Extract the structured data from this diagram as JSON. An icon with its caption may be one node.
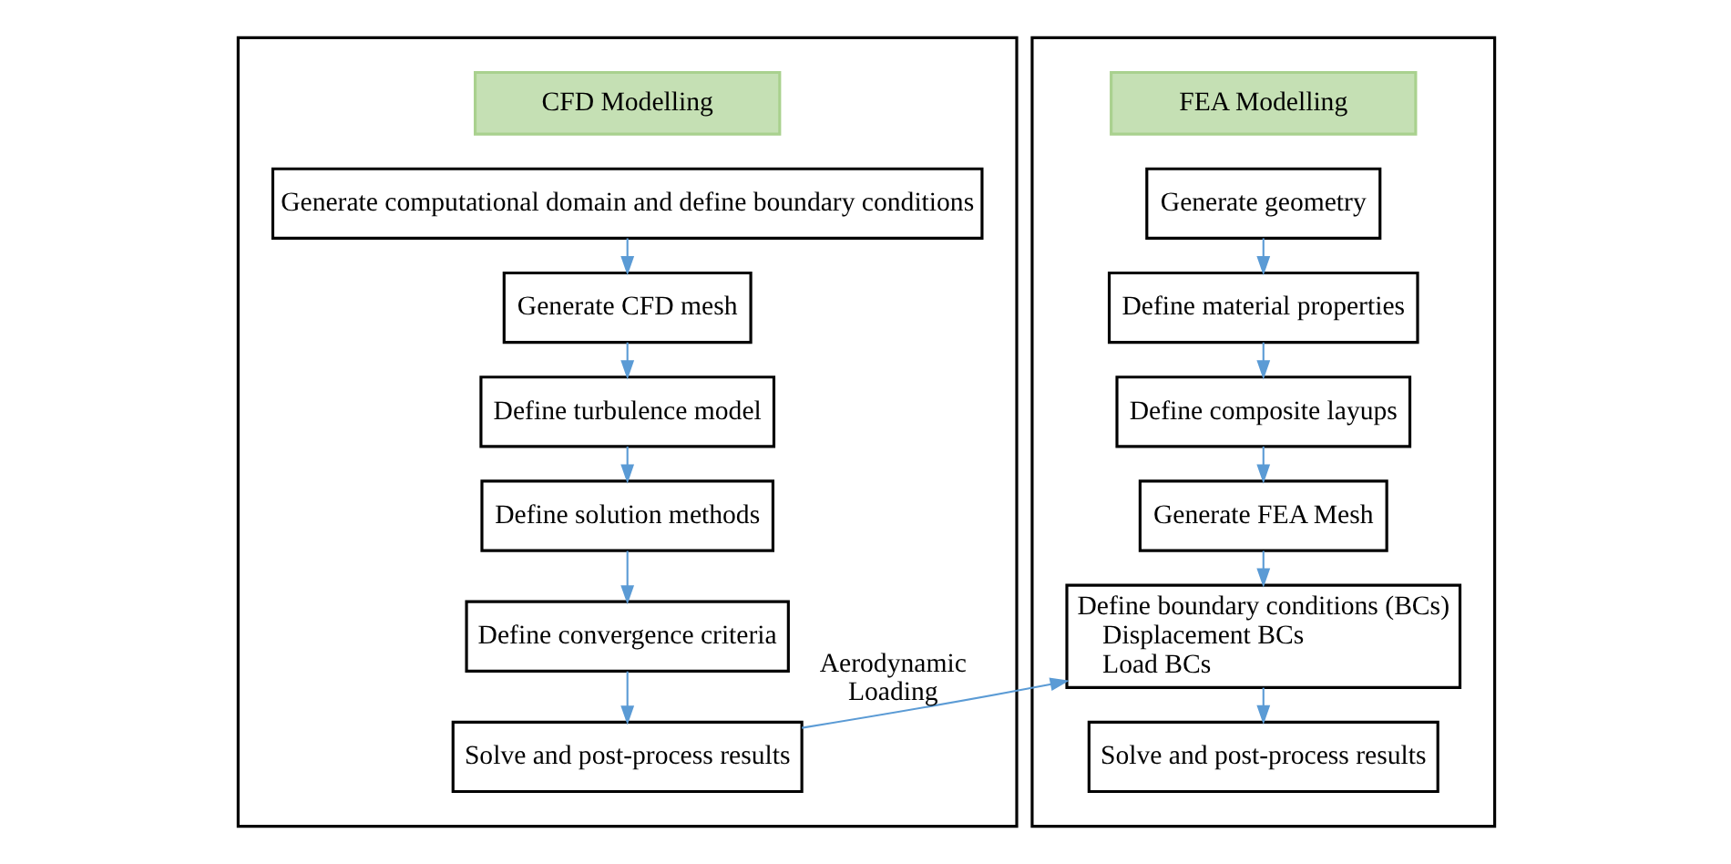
{
  "diagram": {
    "nodes": [
      {
        "text": [],
        "shape": "box"
      },
      {
        "text": [
          "CFD Modelling"
        ],
        "in": 0
      },
      {
        "text": [
          "Generate computational domain and define boundary conditions"
        ],
        "in": 0
      },
      {
        "text": [
          "Generate CFD mesh"
        ],
        "in": 0
      },
      {
        "text": [
          "Define turbulence model"
        ],
        "in": 0
      },
      {
        "text": [
          "Define solution methods"
        ],
        "in": 0
      },
      {
        "text": [
          "Define convergence criteria"
        ],
        "in": 0
      },
      {
        "text": [
          "Solve and post-process results"
        ],
        "in": 0
      },
      {
        "text": [],
        "shape": "box"
      },
      {
        "text": [
          "FEA Modelling"
        ],
        "in": 8
      },
      {
        "text": [
          "Generate geometry"
        ],
        "in": 8
      },
      {
        "text": [
          "Define material properties"
        ],
        "in": 8
      },
      {
        "text": [
          "Define composite layups"
        ],
        "in": 8
      },
      {
        "text": [
          "Generate FEA Mesh"
        ],
        "in": 8
      },
      {
        "text": [
          "Define boundary conditions (BCs)",
          "Displacement BCs",
          "Load BCs"
        ],
        "in": 8
      },
      {
        "text": [
          "Solve and post-process results"
        ],
        "in": 8
      }
    ],
    "edges": [
      {
        "from": 2,
        "to": 3,
        "arrow": "to"
      },
      {
        "from": 3,
        "to": 4,
        "arrow": "to"
      },
      {
        "from": 4,
        "to": 5,
        "arrow": "to"
      },
      {
        "from": 5,
        "to": 6,
        "arrow": "to"
      },
      {
        "from": 6,
        "to": 7,
        "arrow": "to"
      },
      {
        "from": 7,
        "to": 14,
        "arrow": "to",
        "label": "Aerodynamic Loading"
      },
      {
        "from": 10,
        "to": 11,
        "arrow": "to"
      },
      {
        "from": 11,
        "to": 12,
        "arrow": "to"
      },
      {
        "from": 12,
        "to": 13,
        "arrow": "to"
      },
      {
        "from": 13,
        "to": 14,
        "arrow": "to"
      },
      {
        "from": 14,
        "to": 15,
        "arrow": "to"
      }
    ]
  }
}
